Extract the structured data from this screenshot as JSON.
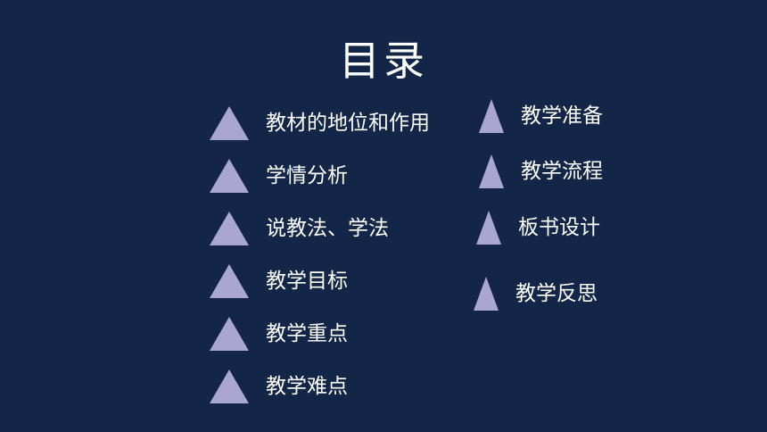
{
  "title": "目录",
  "colors": {
    "background": "#132647",
    "triangle": "#a9a6cf",
    "text": "#ffffff"
  },
  "icon": "triangle-bullet-icon",
  "left_items": [
    {
      "label": "教材的地位和作用"
    },
    {
      "label": "学情分析"
    },
    {
      "label": "说教法、学法"
    },
    {
      "label": "教学目标"
    },
    {
      "label": "教学重点"
    },
    {
      "label": "教学难点"
    }
  ],
  "right_items": [
    {
      "label": "教学准备"
    },
    {
      "label": "教学流程"
    },
    {
      "label": "板书设计"
    },
    {
      "label": "教学反思"
    }
  ]
}
